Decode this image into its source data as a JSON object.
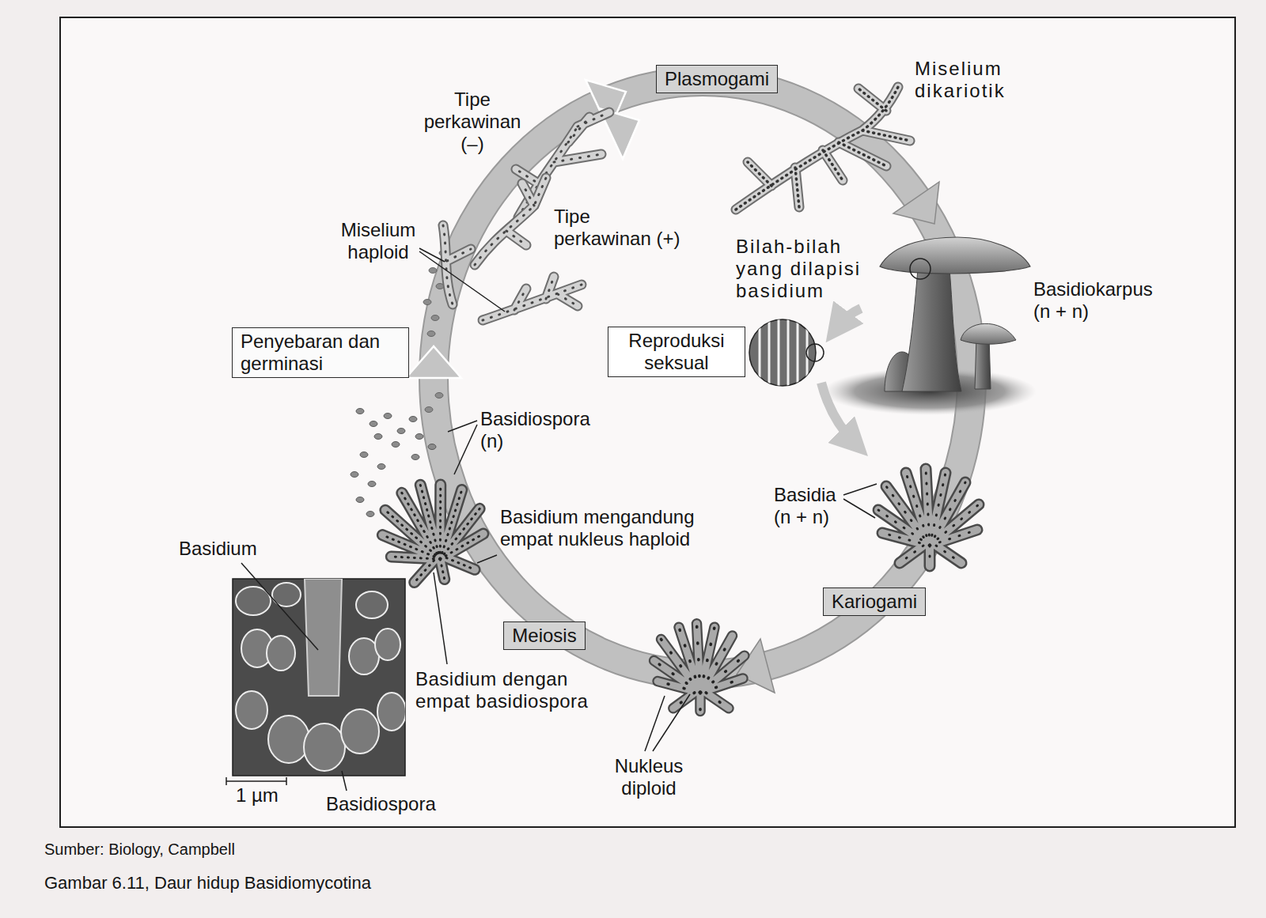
{
  "diagram": {
    "caption": "Gambar 6.11, Daur hidup Basidiomycotina",
    "nodes": [
      {
        "text": [
          "Plasmogami"
        ]
      },
      {
        "text": [
          "Penyebaran dan germinasi"
        ]
      },
      {
        "text": [
          "Reproduksi seksual"
        ]
      },
      {
        "text": [
          "Kariogami"
        ]
      },
      {
        "text": [
          "Meiosis"
        ]
      }
    ],
    "labels": [
      "Tipe perkawinan (–)",
      "Miselium dikariotik",
      "Tipe perkawinan (+)",
      "Miselium haploid",
      "Bilah-bilah yang dilapisi basidium",
      "Basidiokarpus (n + n)",
      "Basidiospora (n)",
      "Basidia (n + n)",
      "Basidium",
      "Basidium mengandung empat nukleus haploid",
      "Basidium dengan empat basidiospora",
      "Nukleus diploid",
      "1 µm",
      "Basidiospora",
      "Sumber: Biology, Campbell"
    ]
  }
}
